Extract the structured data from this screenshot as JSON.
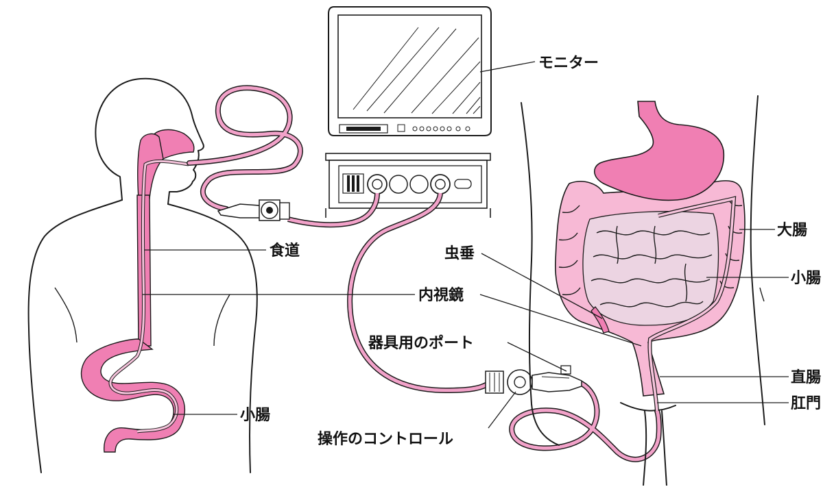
{
  "colors": {
    "organ": "#f07fb3",
    "organ_light": "#f6c4dc",
    "intestine_small": "#ecd4e2",
    "scope": "#f2a2c9",
    "outline": "#1a1a1a"
  },
  "labels": {
    "monitor": "モニター",
    "esophagus": "食道",
    "endoscope": "内視鏡",
    "small_intestine_left": "小腸",
    "appendix": "虫垂",
    "instrument_port": "器具用のポート",
    "control": "操作のコントロール",
    "large_intestine": "大腸",
    "small_intestine_right": "小腸",
    "rectum": "直腸",
    "anus": "肛門"
  }
}
